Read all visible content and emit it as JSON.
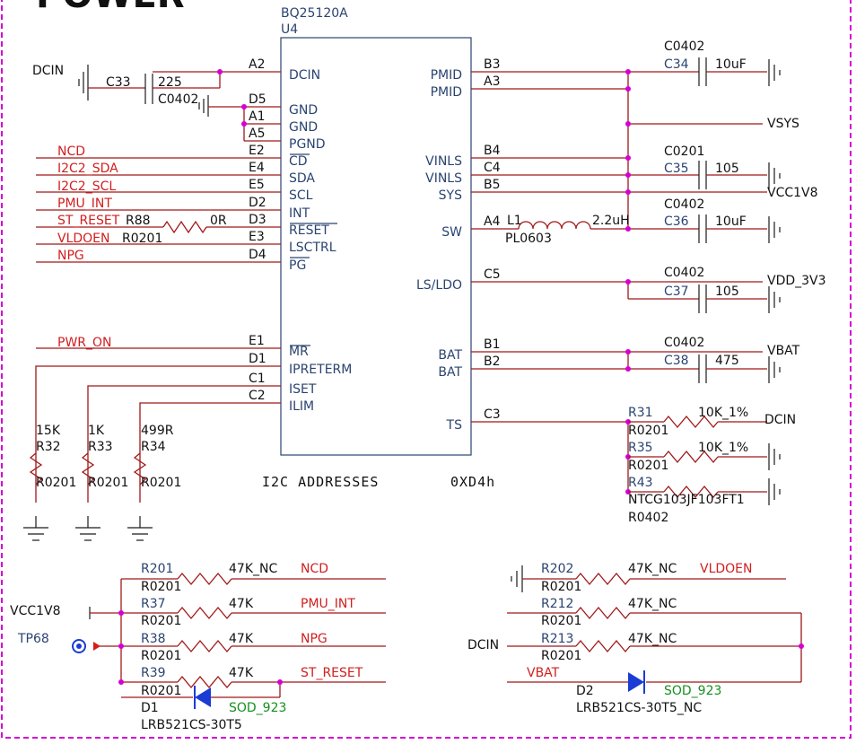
{
  "sheet": {
    "title": "POWER",
    "i2c_label": "I2C  ADDRESSES",
    "i2c_value": "0XD4h"
  },
  "ic": {
    "part": "BQ25120A",
    "ref": "U4",
    "left_pins": [
      {
        "num": "A2",
        "name": "DCIN"
      },
      {
        "num": "D5",
        "name": "GND"
      },
      {
        "num": "A1",
        "name": "GND"
      },
      {
        "num": "A5",
        "name": "PGND"
      },
      {
        "num": "E2",
        "name": "CD"
      },
      {
        "num": "E4",
        "name": "SDA"
      },
      {
        "num": "E5",
        "name": "SCL"
      },
      {
        "num": "D2",
        "name": "INT"
      },
      {
        "num": "D3",
        "name": "RESET"
      },
      {
        "num": "E3",
        "name": "LSCTRL"
      },
      {
        "num": "D4",
        "name": "PG"
      },
      {
        "num": "E1",
        "name": "MR"
      },
      {
        "num": "D1",
        "name": "IPRETERM"
      },
      {
        "num": "C1",
        "name": "ISET"
      },
      {
        "num": "C2",
        "name": "ILIM"
      }
    ],
    "right_pins": [
      {
        "num": "B3",
        "name": "PMID"
      },
      {
        "num": "A3",
        "name": "PMID"
      },
      {
        "num": "B4",
        "name": "VINLS"
      },
      {
        "num": "C4",
        "name": "VINLS"
      },
      {
        "num": "B5",
        "name": "SYS"
      },
      {
        "num": "A4",
        "name": "SW"
      },
      {
        "num": "C5",
        "name": "LS/LDO"
      },
      {
        "num": "B1",
        "name": "BAT"
      },
      {
        "num": "B2",
        "name": "BAT"
      },
      {
        "num": "C3",
        "name": "TS"
      }
    ]
  },
  "nets": {
    "dcin": "DCIN",
    "ncd": "NCD",
    "sda": "I2C2_SDA",
    "scl": "I2C2_SCL",
    "pmu_int": "PMU_INT",
    "st_reset": "ST_RESET",
    "vldoen": "VLDOEN",
    "npg": "NPG",
    "pwr_on": "PWR_ON",
    "vsys": "VSYS",
    "vcc1v8": "VCC1V8",
    "vdd3v3": "VDD_3V3",
    "vbat": "VBAT"
  },
  "parts": {
    "c33": {
      "ref": "C33",
      "val": "225",
      "pkg": "C0402"
    },
    "c34": {
      "ref": "C34",
      "val": "10uF",
      "pkg": "C0402"
    },
    "c35": {
      "ref": "C35",
      "val": "105",
      "pkg": "C0201"
    },
    "c36": {
      "ref": "C36",
      "val": "10uF",
      "pkg": "C0402"
    },
    "c37": {
      "ref": "C37",
      "val": "105",
      "pkg": "C0402"
    },
    "c38": {
      "ref": "C38",
      "val": "475",
      "pkg": "C0402"
    },
    "l1": {
      "ref": "L1",
      "val": "2.2uH",
      "pkg": "PL0603"
    },
    "r88": {
      "ref": "R88",
      "val": "0R",
      "pkg": "R0201"
    },
    "r31": {
      "ref": "R31",
      "val": "10K_1%",
      "pkg": "R0201"
    },
    "r35": {
      "ref": "R35",
      "val": "10K_1%",
      "pkg": "R0201"
    },
    "r43": {
      "ref": "R43",
      "val": "NTCG103JF103FT1",
      "pkg": "R0402"
    },
    "r32": {
      "ref": "R32",
      "val": "15K",
      "pkg": "R0201"
    },
    "r33": {
      "ref": "R33",
      "val": "1K",
      "pkg": "R0201"
    },
    "r34": {
      "ref": "R34",
      "val": "499R",
      "pkg": "R0201"
    },
    "r201": {
      "ref": "R201",
      "val": "47K_NC",
      "pkg": "R0201"
    },
    "r37": {
      "ref": "R37",
      "val": "47K",
      "pkg": "R0201"
    },
    "r38": {
      "ref": "R38",
      "val": "47K",
      "pkg": "R0201"
    },
    "r39": {
      "ref": "R39",
      "val": "47K",
      "pkg": "R0201"
    },
    "r202": {
      "ref": "R202",
      "val": "47K_NC",
      "pkg": "R0201"
    },
    "r212": {
      "ref": "R212",
      "val": "47K_NC",
      "pkg": "R0201"
    },
    "r213": {
      "ref": "R213",
      "val": "47K_NC",
      "pkg": "R0201"
    },
    "d1": {
      "ref": "D1",
      "val": "LRB521CS-30T5",
      "pkg": "SOD_923"
    },
    "d2": {
      "ref": "D2",
      "val": "LRB521CS-30T5_NC",
      "pkg": "SOD_923"
    },
    "tp68": {
      "ref": "TP68"
    }
  },
  "colors": {
    "wire": "#a01818",
    "net_label": "#d21e1e",
    "symbol": "#2a4470",
    "junction": "#d400d4",
    "footprint": "#14901e"
  }
}
